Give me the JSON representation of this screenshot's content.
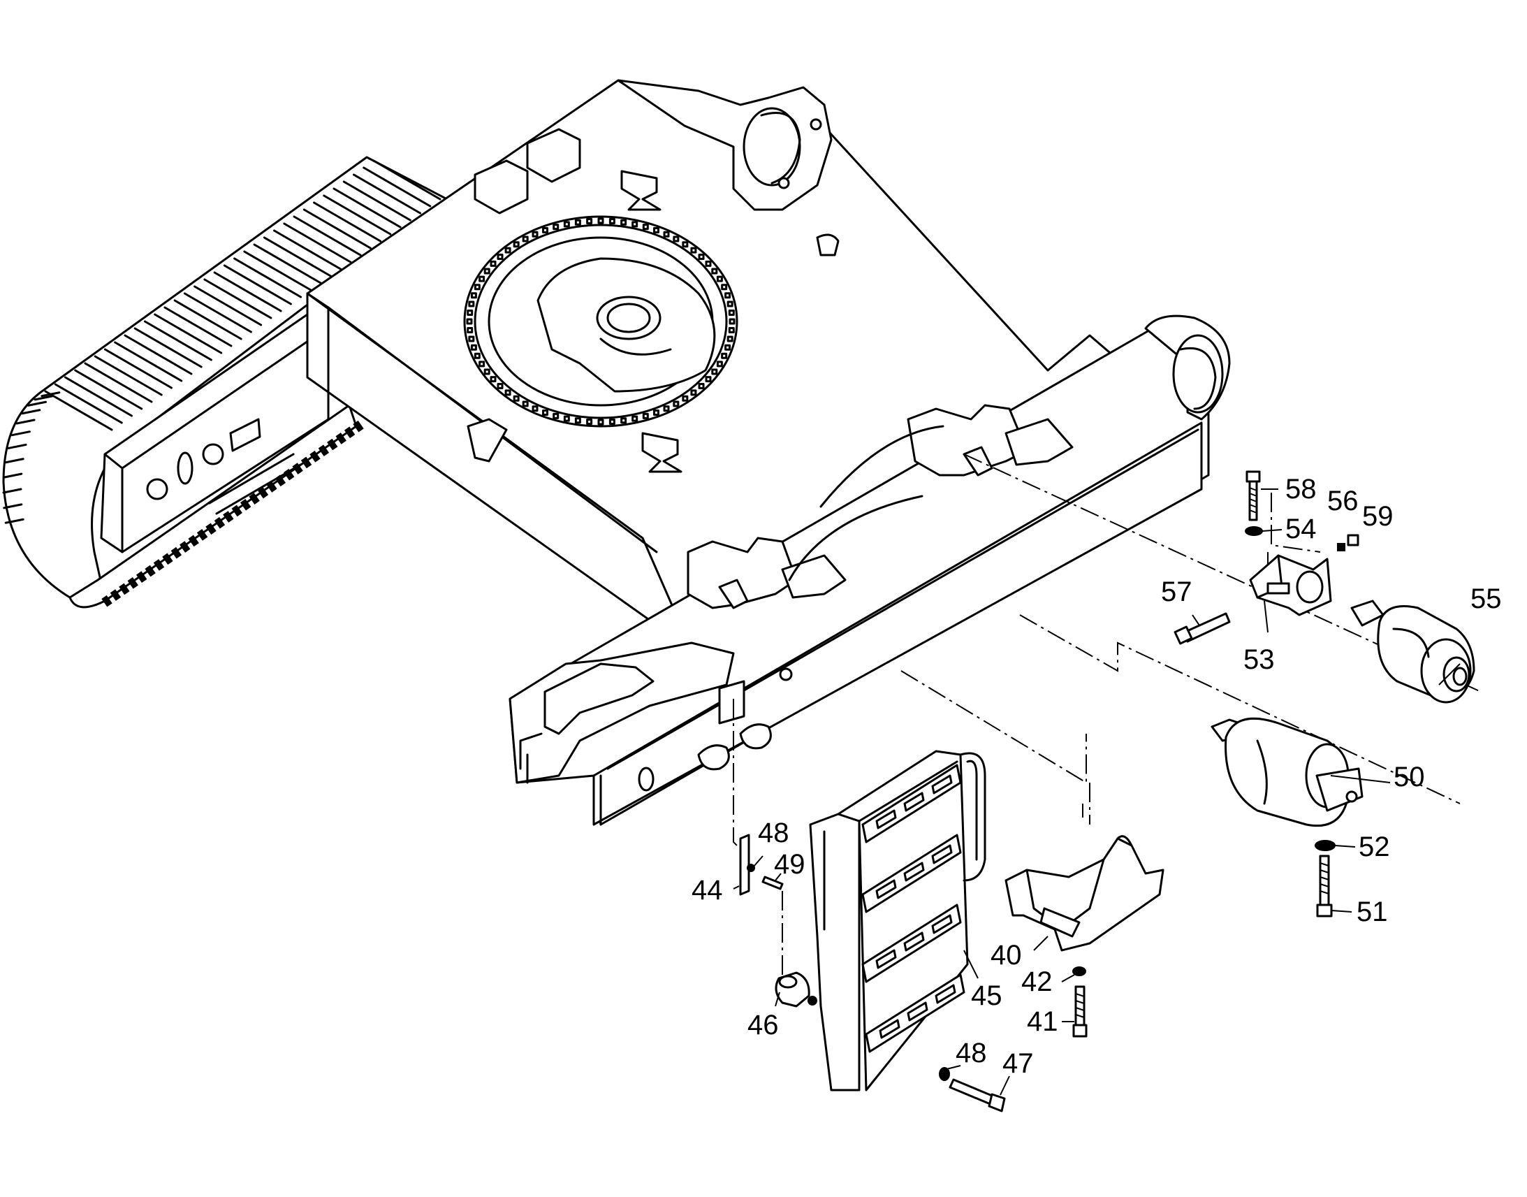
{
  "callouts": [
    {
      "id": "c40",
      "text": "40"
    },
    {
      "id": "c41",
      "text": "41"
    },
    {
      "id": "c42",
      "text": "42"
    },
    {
      "id": "c44",
      "text": "44"
    },
    {
      "id": "c45",
      "text": "45"
    },
    {
      "id": "c46",
      "text": "46"
    },
    {
      "id": "c47",
      "text": "47"
    },
    {
      "id": "c48a",
      "text": "48"
    },
    {
      "id": "c48b",
      "text": "48"
    },
    {
      "id": "c49",
      "text": "49"
    },
    {
      "id": "c50",
      "text": "50"
    },
    {
      "id": "c51",
      "text": "51"
    },
    {
      "id": "c52",
      "text": "52"
    },
    {
      "id": "c53",
      "text": "53"
    },
    {
      "id": "c54",
      "text": "54"
    },
    {
      "id": "c55",
      "text": "55"
    },
    {
      "id": "c56",
      "text": "56"
    },
    {
      "id": "c57",
      "text": "57"
    },
    {
      "id": "c58",
      "text": "58"
    },
    {
      "id": "c59",
      "text": "59"
    }
  ]
}
